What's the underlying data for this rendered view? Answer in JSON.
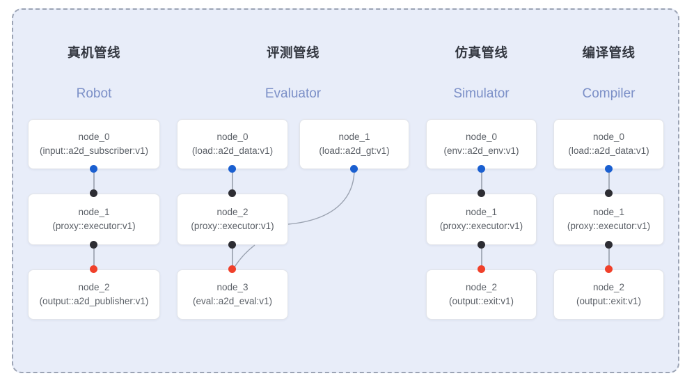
{
  "diagram": {
    "background_color": "#e8edf9",
    "border_color": "#9ba3b4",
    "node_fill": "#ffffff",
    "dot_colors": {
      "input": "#1a5fd0",
      "proxy": "#2d2d33",
      "output": "#f0402a"
    }
  },
  "columns": [
    {
      "title": "真机管线",
      "subtitle": "Robot",
      "nodes": [
        {
          "id": "node_0",
          "type": "(input::a2d_subscriber:v1)"
        },
        {
          "id": "node_1",
          "type": "(proxy::executor:v1)"
        },
        {
          "id": "node_2",
          "type": "(output::a2d_publisher:v1)"
        }
      ]
    },
    {
      "title": "评测管线",
      "subtitle": "Evaluator",
      "nodes": [
        {
          "id": "node_0",
          "type": "(load::a2d_data:v1)"
        },
        {
          "id": "node_1",
          "type": "(load::a2d_gt:v1)"
        },
        {
          "id": "node_2",
          "type": "(proxy::executor:v1)"
        },
        {
          "id": "node_3",
          "type": "(eval::a2d_eval:v1)"
        }
      ]
    },
    {
      "title": "仿真管线",
      "subtitle": "Simulator",
      "nodes": [
        {
          "id": "node_0",
          "type": "(env::a2d_env:v1)"
        },
        {
          "id": "node_1",
          "type": "(proxy::executor:v1)"
        },
        {
          "id": "node_2",
          "type": "(output::exit:v1)"
        }
      ]
    },
    {
      "title": "编译管线",
      "subtitle": "Compiler",
      "nodes": [
        {
          "id": "node_0",
          "type": "(load::a2d_data:v1)"
        },
        {
          "id": "node_1",
          "type": "(proxy::executor:v1)"
        },
        {
          "id": "node_2",
          "type": "(output::exit:v1)"
        }
      ]
    }
  ]
}
